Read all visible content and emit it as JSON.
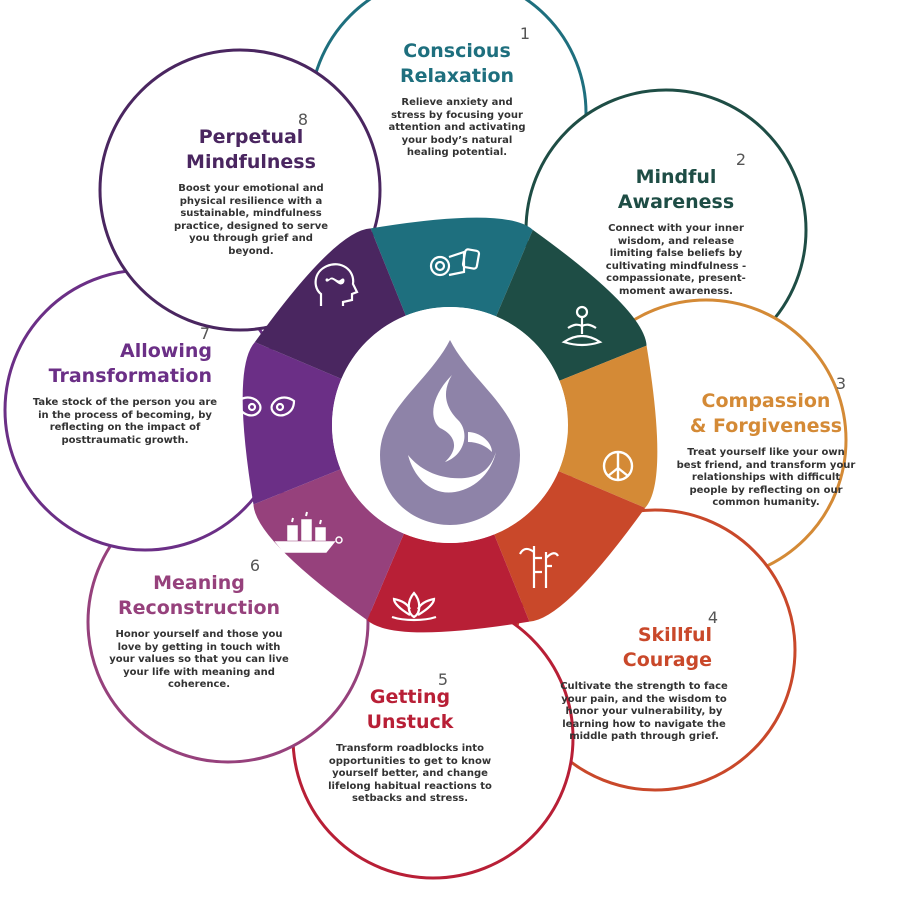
{
  "steps": [
    {
      "number": "1",
      "title_line1": "Conscious",
      "title_line2": "Relaxation",
      "description": "Relieve anxiety and stress by focusing your attention and activating your body’s natural healing potential.",
      "color": "#1e6f7e",
      "icon": "yoga-mat-pillow-icon"
    },
    {
      "number": "2",
      "title_line1": "Mindful",
      "title_line2": "Awareness",
      "description": "Connect with your inner wisdom, and release limiting false beliefs by cultivating mindfulness - compassionate, present-moment awareness.",
      "color": "#1e4d45",
      "icon": "meditation-figure-icon"
    },
    {
      "number": "3",
      "title_line1": "Compassion",
      "title_line2": "& Forgiveness",
      "description": "Treat yourself like your own best friend, and transform your relationships with difficult people by reflecting on our common humanity.",
      "color": "#d48a36",
      "icon": "peace-sign-icon"
    },
    {
      "number": "4",
      "title_line1": "Skillful",
      "title_line2": "Courage",
      "description": "Cultivate the strength to face your pain, and the wisdom to honor your vulnerability, by learning how to navigate the middle path through grief.",
      "color": "#c9482a",
      "icon": "bamboo-icon"
    },
    {
      "number": "5",
      "title_line1": "Getting",
      "title_line2": "Unstuck",
      "description": "Transform roadblocks into opportunities to get to know yourself better, and change lifelong habitual reactions to setbacks and stress.",
      "color": "#b81f36",
      "icon": "lotus-icon"
    },
    {
      "number": "6",
      "title_line1": "Meaning",
      "title_line2": "Reconstruction",
      "description": "Honor yourself and those you love by getting in touch with your values so that you can live your life with meaning and coherence.",
      "color": "#96417c",
      "icon": "candles-icon"
    },
    {
      "number": "7",
      "title_line1": "Allowing",
      "title_line2": "Transformation",
      "description": "Take stock of the person you are in the process of becoming, by reflecting on the impact of posttraumatic growth.",
      "color": "#6b2f86",
      "icon": "mudra-hands-icon"
    },
    {
      "number": "8",
      "title_line1": "Perpetual",
      "title_line2": "Mindfulness",
      "description": "Boost your emotional and physical resilience with a sustainable, mindfulness practice, designed to serve you through grief and beyond.",
      "color": "#4a2660",
      "icon": "mind-infinity-head-icon"
    }
  ],
  "center": {
    "icon": "water-drop-flame-icon",
    "color": "#8e83a8"
  },
  "title_colors": [
    "#1e6f7e",
    "#1e4d45",
    "#d48a36",
    "#c9482a",
    "#b81f36",
    "#96417c",
    "#6b2f86",
    "#4a2660"
  ]
}
